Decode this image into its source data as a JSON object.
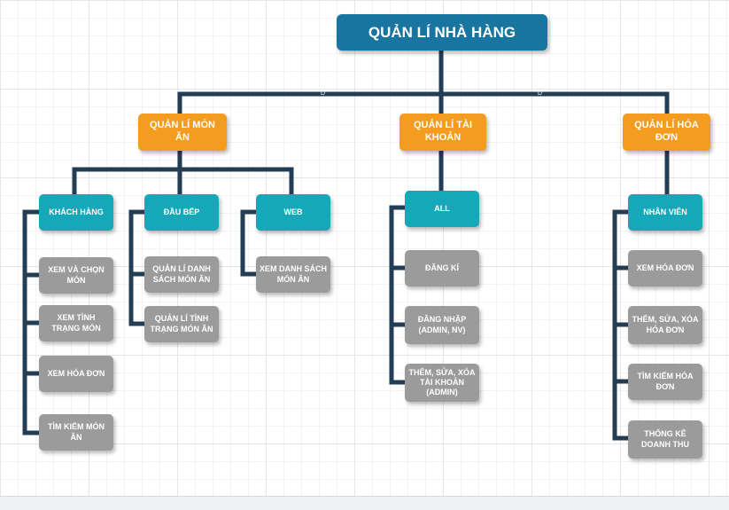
{
  "diagram": {
    "root": "QUẢN LÍ NHÀ HÀNG",
    "junction_marks": [
      "D",
      "D"
    ],
    "branches": [
      {
        "label": "QUẢN LÍ MÓN ĂN",
        "groups": [
          {
            "label": "KHÁCH HÀNG",
            "items": [
              "XEM VÀ CHỌN MÓN",
              "XEM TÌNH TRẠNG MÓN",
              "XEM HÓA ĐƠN",
              "TÌM KIẾM MÓN ĂN"
            ]
          },
          {
            "label": "ĐẦU BẾP",
            "items": [
              "QUẢN LÍ DANH SÁCH MÓN ĂN",
              "QUẢN LÍ TÌNH TRẠNG MÓN ĂN"
            ]
          },
          {
            "label": "WEB",
            "items": [
              "XEM DANH SÁCH MÓN ĂN"
            ]
          }
        ]
      },
      {
        "label": "QUẢN LÍ TÀI KHOẢN",
        "groups": [
          {
            "label": "ALL",
            "items": [
              "ĐĂNG KÍ",
              "ĐĂNG NHẬP (ADMIN, NV)",
              "THÊM, SỬA, XÓA TÀI KHOẢN (ADMIN)"
            ]
          }
        ]
      },
      {
        "label": "QUẢN LÍ HÓA ĐƠN",
        "groups": [
          {
            "label": "NHÂN VIÊN",
            "items": [
              "XEM HÓA ĐƠN",
              "THÊM, SỬA, XÓA HÓA ĐƠN",
              "TÌM KIẾM HÓA ĐƠN",
              "THỐNG KÊ DOANH THU"
            ]
          }
        ]
      }
    ]
  },
  "colors": {
    "root": "#1775a0",
    "branch": "#f39c1f",
    "group": "#16a8b8",
    "item": "#9b9b9b",
    "connector": "#233d55"
  }
}
